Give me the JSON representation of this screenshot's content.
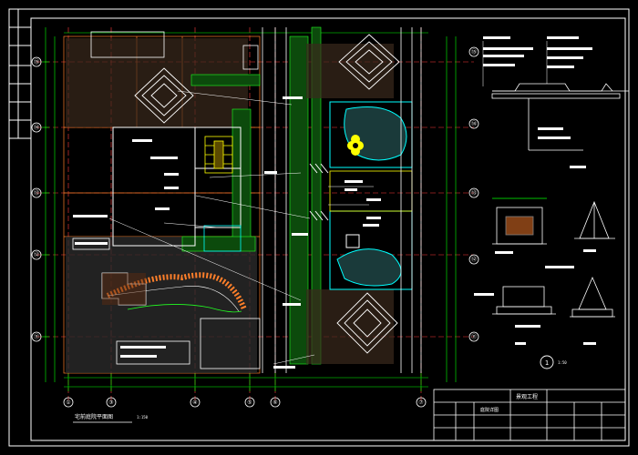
{
  "colors": {
    "background": "#000000",
    "frame": "#ffffff",
    "axis": "#ff3b3b",
    "dimension": "#00ff00",
    "building": "#ffff00",
    "pavement": "#ff7f2a",
    "water": "#00ffff",
    "label": "#ffffff",
    "planting": "#22ff22"
  },
  "grid_left_labels": [
    "⑮",
    "⑭",
    "⑬",
    "⑫",
    "⑪"
  ],
  "grid_right_labels": [
    "⑮",
    "⑭",
    "⑬",
    "⑫",
    "⑪"
  ],
  "grid_bottom_labels": [
    "①",
    "③",
    "④",
    "⑤",
    "⑥",
    "⑦"
  ],
  "section_marker": "1",
  "section_marker_scale": "1:50",
  "plan_caption": "宅前庭院平面图",
  "plan_scale": "1:150",
  "title_block_project": "景观工程",
  "title_block_drawing": "庭院详图"
}
